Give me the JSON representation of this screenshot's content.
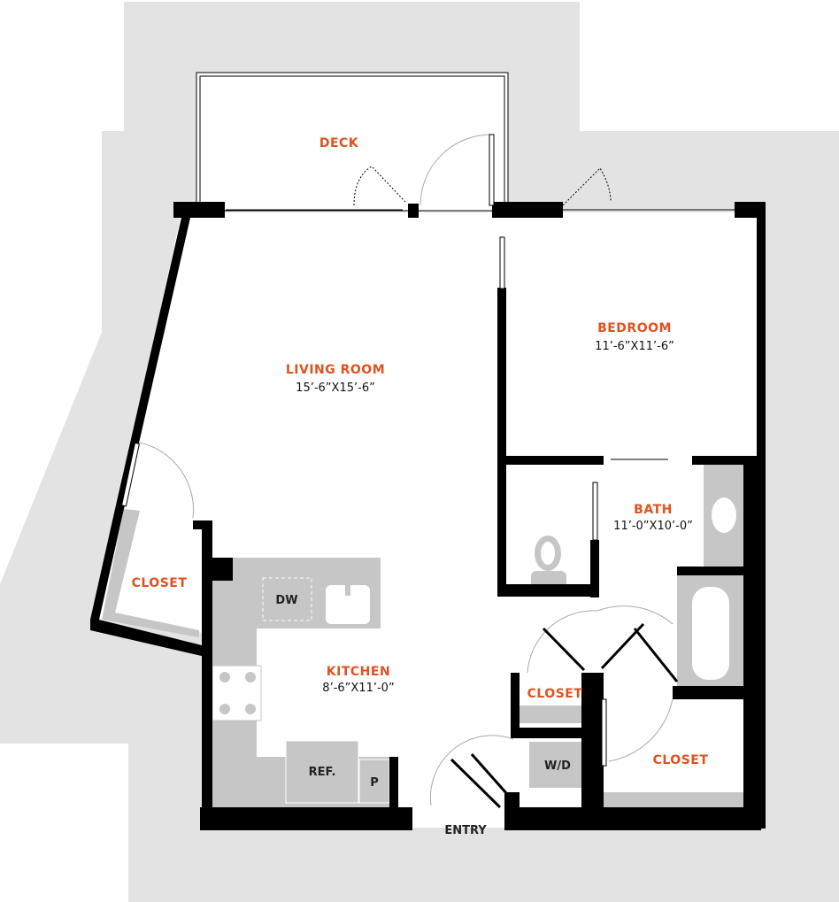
{
  "colors": {
    "room_label": "#e0521f",
    "dimension_text": "#111111",
    "wall": "#000000",
    "exterior": "#e3e3e3",
    "fixture": "#c6c6c6"
  },
  "rooms": {
    "deck": {
      "name": "DECK"
    },
    "living_room": {
      "name": "LIVING ROOM",
      "dimensions": "15’-6”X15’-6”"
    },
    "bedroom": {
      "name": "BEDROOM",
      "dimensions": "11’-6”X11’-6”"
    },
    "bath": {
      "name": "BATH",
      "dimensions": "11’-0”X10’-0”"
    },
    "kitchen": {
      "name": "KITCHEN",
      "dimensions": "8’-6”X11’-0”"
    },
    "closet_living": {
      "name": "CLOSET"
    },
    "closet_hall": {
      "name": "CLOSET"
    },
    "closet_bath": {
      "name": "CLOSET"
    }
  },
  "fixtures": {
    "dishwasher": "DW",
    "refrigerator": "REF.",
    "pantry": "P",
    "washer_dryer": "W/D"
  },
  "entry": {
    "label": "ENTRY"
  }
}
